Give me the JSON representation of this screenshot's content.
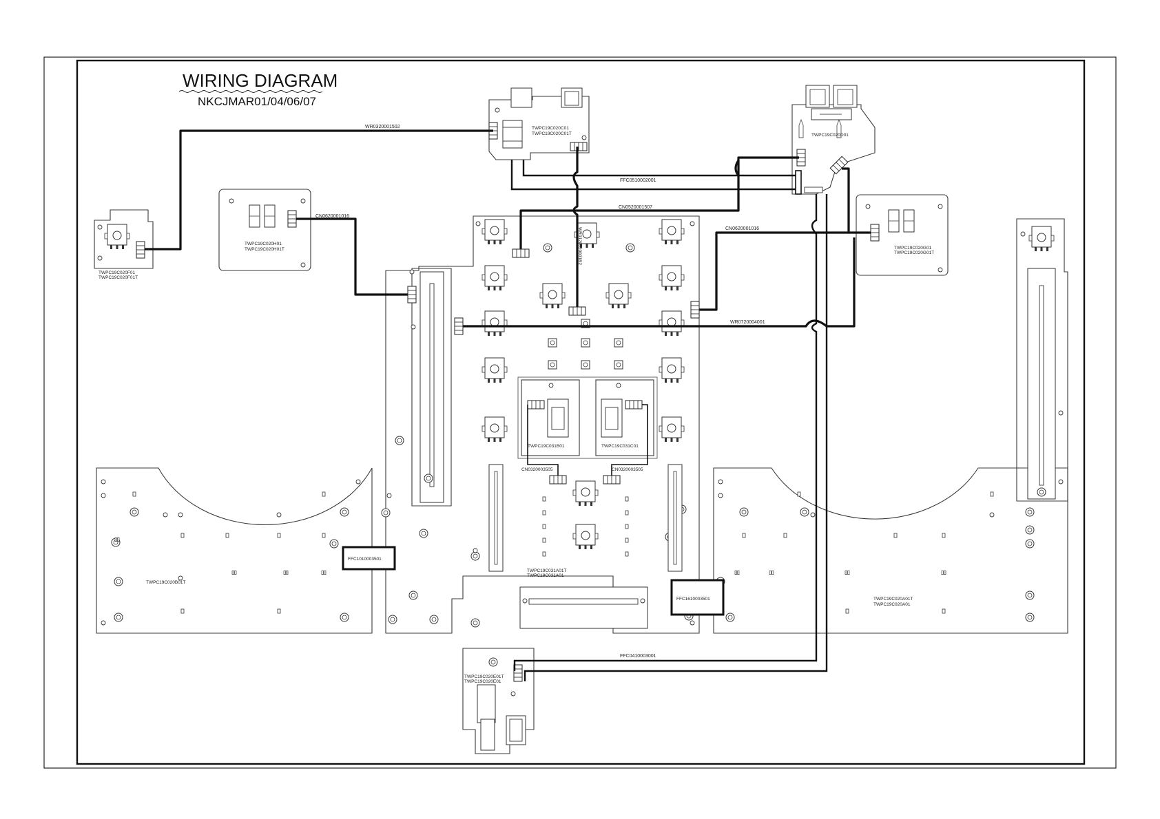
{
  "title": "WIRING DIAGRAM",
  "model": "NKCJMAR01/04/06/07",
  "boards": {
    "f": [
      "TWPC19C020F01",
      "TWPC19C020F01T"
    ],
    "h": [
      "TWPC19C020H01",
      "TWPC19C020H01T"
    ],
    "c": [
      "TWPC19C020C01",
      "TWPC19C020C01T"
    ],
    "d": "TWPC19C020D01",
    "g": [
      "TWPC19C020G01",
      "TWPC19C020G01T"
    ],
    "b": "TWPC19C020B01T",
    "a_main": [
      "TWPC19C031A01T",
      "TWPC19C031A01"
    ],
    "b031": "TWPC19C031B01",
    "c031": "TWPC19C031C01",
    "a_right": [
      "TWPC19C020A01T",
      "TWPC19C020A01"
    ],
    "e": [
      "TWPC19C020E01T",
      "TWPC19C020E01"
    ]
  },
  "cables": {
    "wr1": "WR0320001502",
    "ffc1": "FFC0510002001",
    "cn1": "CN0520001507",
    "cn2": "CN0620001016",
    "cn3": "CN0620001016",
    "wr2": "WR0720004001",
    "wr3": "WR0120020001B2",
    "cn4": "CN0320003505",
    "cn5": "CN0320003505",
    "ffc2": "FFC1010003501",
    "ffc3": "FFC1610003501",
    "ffc4": "FFC0410003001"
  }
}
